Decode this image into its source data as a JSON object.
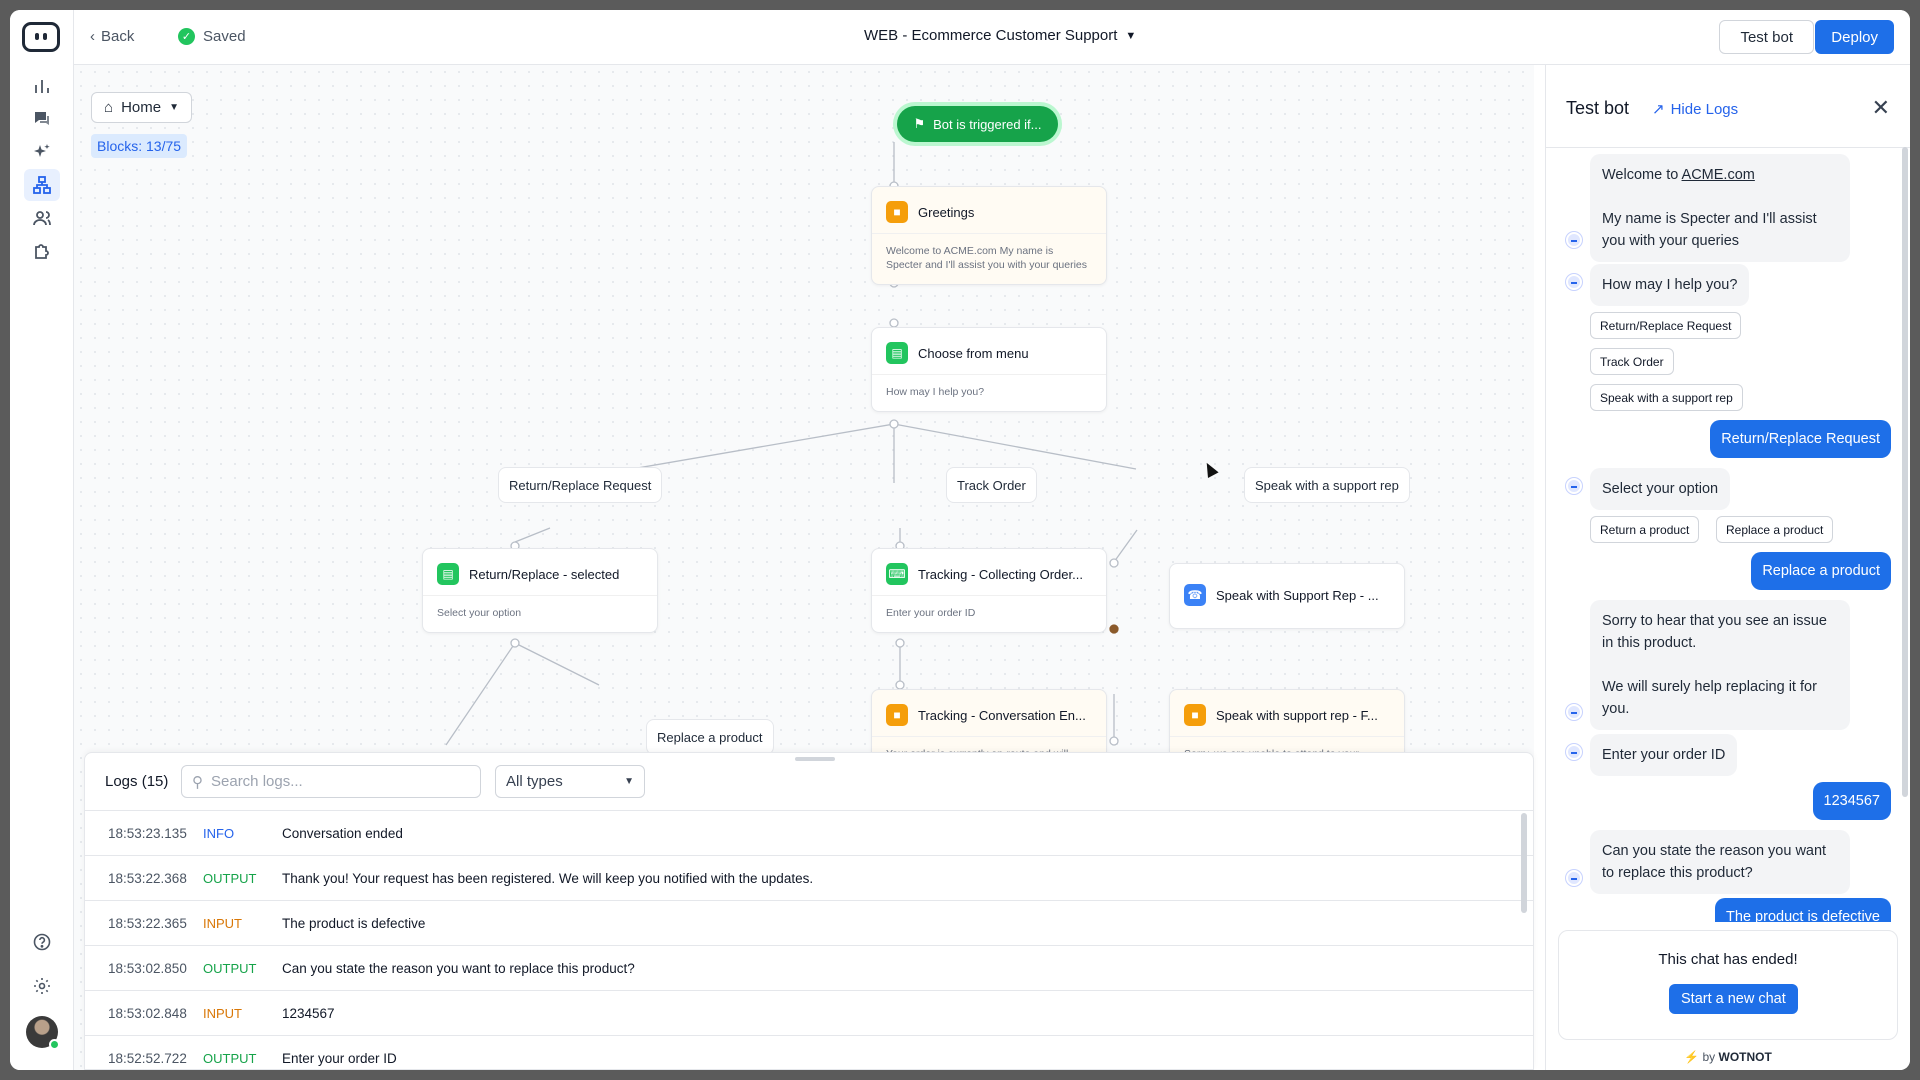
{
  "topbar": {
    "back": "Back",
    "saved": "Saved",
    "title": "WEB - Ecommerce Customer Support",
    "test_bot": "Test bot",
    "deploy": "Deploy"
  },
  "canvas": {
    "home": "Home",
    "blocks": "Blocks: 13/75",
    "trigger": "Bot is triggered if...",
    "nodes": [
      {
        "title": "Greetings",
        "body": "Welcome to ACME.com My name is Specter and I'll assist you with your queries",
        "icon": "message-icon"
      },
      {
        "title": "Choose from menu",
        "body": "How may I help you?",
        "icon": "menu-icon"
      },
      {
        "title": "Return/Replace - selected",
        "body": "Select your option",
        "icon": "menu-icon"
      },
      {
        "title": "Tracking - Collecting Order...",
        "body": "Enter your order ID",
        "icon": "input-icon"
      },
      {
        "title": "Speak with Support Rep - ...",
        "body": "",
        "icon": "support-icon"
      },
      {
        "title": "Tracking - Conversation En...",
        "body": "Your order is currently en-route and will",
        "icon": "message-icon"
      },
      {
        "title": "Speak with support rep - F...",
        "body": "Sorry, we are unable to attend to your",
        "icon": "message-icon"
      }
    ],
    "options": [
      "Return/Replace Request",
      "Track Order",
      "Speak with a support rep",
      "Replace a product"
    ]
  },
  "logs": {
    "title": "Logs (15)",
    "search_placeholder": "Search logs...",
    "type_filter": "All types",
    "rows": [
      {
        "time": "18:53:23.135",
        "type": "INFO",
        "msg": "Conversation ended"
      },
      {
        "time": "18:53:22.368",
        "type": "OUTPUT",
        "msg": "Thank you! Your request has been registered. We will keep you notified with the updates."
      },
      {
        "time": "18:53:22.365",
        "type": "INPUT",
        "msg": "The product is defective"
      },
      {
        "time": "18:53:02.850",
        "type": "OUTPUT",
        "msg": "Can you state the reason you want to replace this product?"
      },
      {
        "time": "18:53:02.848",
        "type": "INPUT",
        "msg": "1234567"
      },
      {
        "time": "18:52:52.722",
        "type": "OUTPUT",
        "msg": "Enter your order ID"
      }
    ]
  },
  "panel": {
    "title": "Test bot",
    "hide_logs": "Hide Logs",
    "welcome_prefix": "Welcome to ",
    "welcome_link": "ACME.com",
    "welcome_rest": "My name is Specter and I'll assist you with your queries",
    "q1": "How may I help you?",
    "q1_options": [
      "Return/Replace Request",
      "Track Order",
      "Speak with a support rep"
    ],
    "u1": "Return/Replace Request",
    "q2": "Select your option",
    "q2_options": [
      "Return a product",
      "Replace a product"
    ],
    "u2": "Replace a product",
    "b3a": "Sorry to hear that you see an issue in this product.",
    "b3b": "We will surely help replacing it for you.",
    "b4": "Enter your order ID",
    "u3": "1234567",
    "b5": "Can you state the reason you want to replace this product?",
    "u4": "The product is defective",
    "ended": "This chat has ended!",
    "new_chat": "Start a new chat",
    "by": "by",
    "brand": "WOTNOT"
  },
  "colors": {
    "accent": "#1e6fe8",
    "trigger": "#16a34a",
    "info": "#2563eb",
    "output": "#16a34a",
    "input": "#d97706"
  }
}
